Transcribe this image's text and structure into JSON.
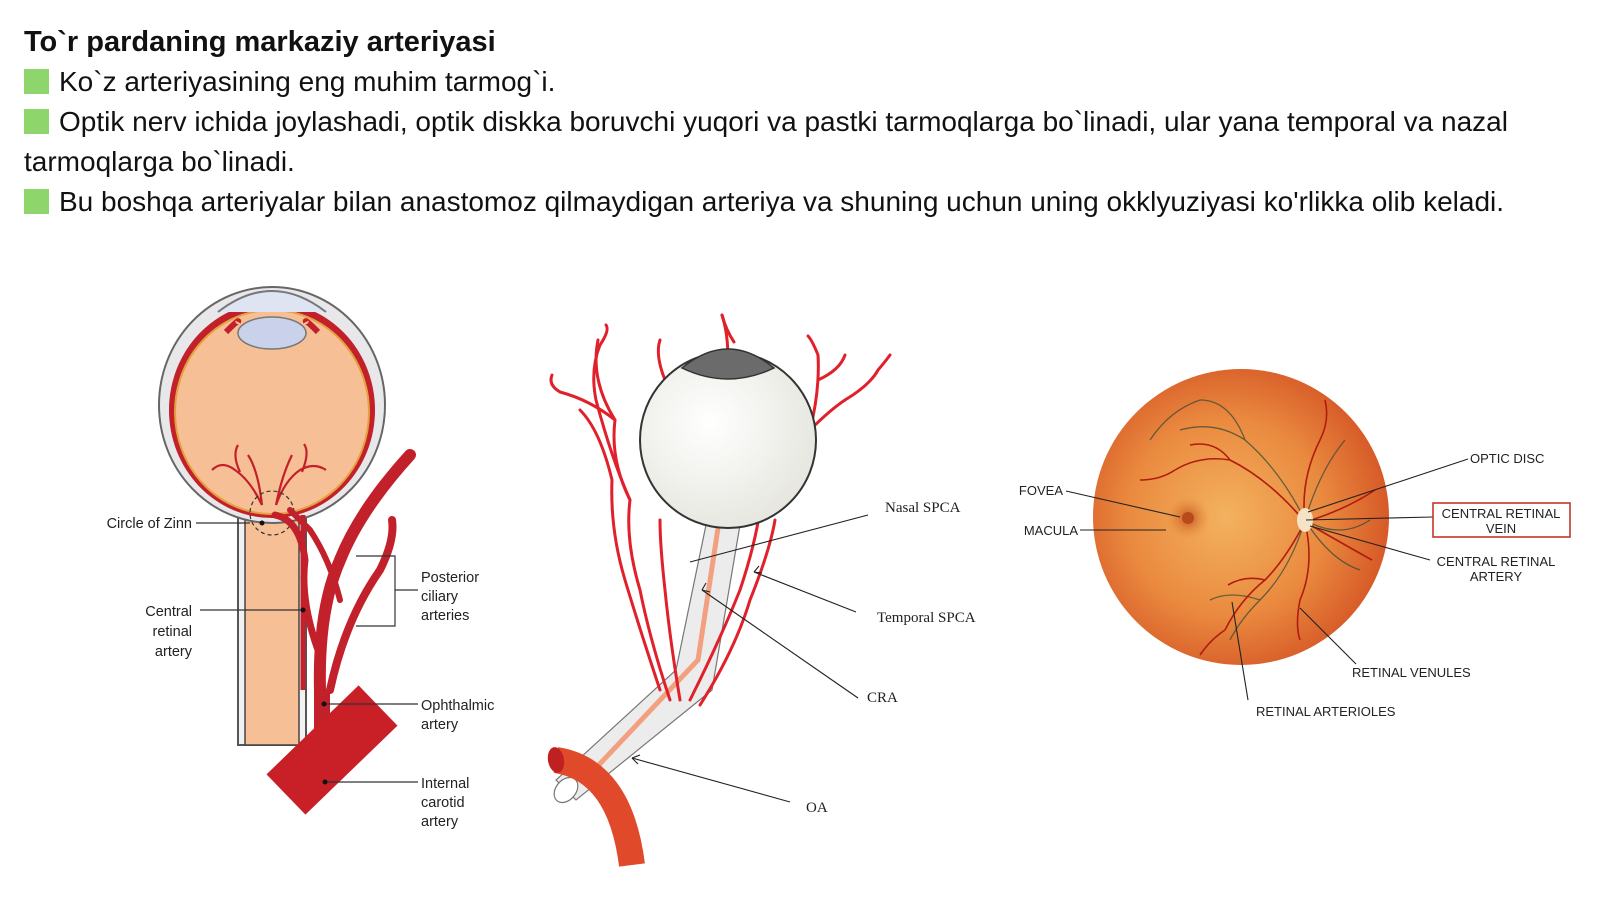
{
  "slide": {
    "title": "To`r pardaning markaziy arteriyasi",
    "bullets": [
      "Ko`z arteriyasining eng muhim tarmog`i.",
      "Optik nerv ichida joylashadi, optik diskka boruvchi yuqori va pastki tarmoqlarga bo`linadi, ular yana temporal va nazal tarmoqlarga bo`linadi.",
      "Bu boshqa arteriyalar bilan anastomoz qilmaydigan arteriya va shuning uchun uning okklyuziyasi ko'rlikka olib keladi."
    ]
  },
  "figure_left": {
    "labels": {
      "circle_of_zinn": "Circle of Zinn",
      "central_retinal_1": "Central",
      "central_retinal_2": "retinal",
      "central_retinal_3": "artery",
      "posterior_1": "Posterior",
      "posterior_2": "ciliary",
      "posterior_3": "arteries",
      "ophthalmic_1": "Ophthalmic",
      "ophthalmic_2": "artery",
      "internal_1": "Internal",
      "internal_2": "carotid",
      "internal_3": "artery"
    }
  },
  "figure_middle": {
    "labels": {
      "nasal_spca": "Nasal SPCA",
      "temporal_spca": "Temporal SPCA",
      "cra": "CRA",
      "oa": "OA"
    }
  },
  "figure_right": {
    "labels": {
      "optic_disc": "OPTIC DISC",
      "fovea": "FOVEA",
      "macula": "MACULA",
      "crv_1": "CENTRAL RETINAL",
      "crv_2": "VEIN",
      "cra_1": "CENTRAL RETINAL",
      "cra_2": "ARTERY",
      "venules": "RETINAL VENULES",
      "arterioles": "RETINAL ARTERIOLES"
    }
  },
  "colors": {
    "bullet_square": "#8ed56b",
    "artery_red": "#d0202a",
    "eye_fill": "#f7bf95",
    "fundus_orange": "#e0652a",
    "crv_box": "#c0392b"
  }
}
